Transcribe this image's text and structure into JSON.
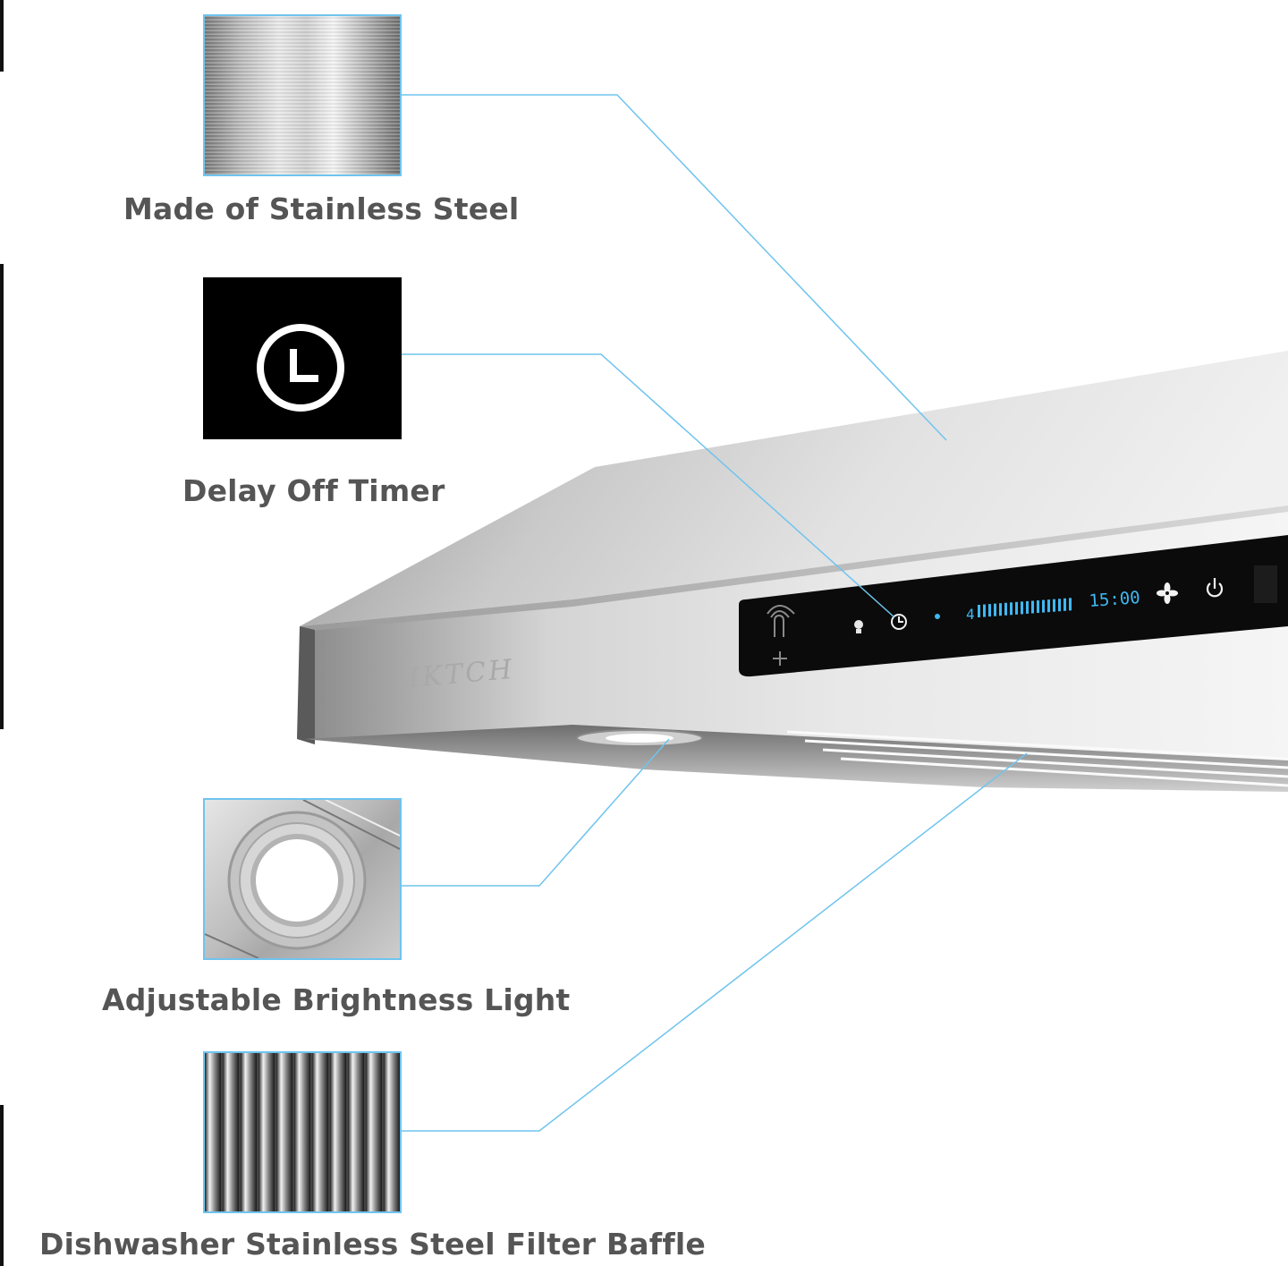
{
  "features": [
    {
      "label": "Made of Stainless Steel",
      "icon": "stainless-steel-texture"
    },
    {
      "label": "Delay Off Timer",
      "icon": "clock-icon"
    },
    {
      "label": "Adjustable Brightness Light",
      "icon": "light-fixture"
    },
    {
      "label": "Dishwasher Stainless Steel Filter Baffle",
      "icon": "baffle-filter"
    }
  ],
  "product": {
    "brand": "IKTCH",
    "display": {
      "fan_speed": "4",
      "timer": "15:00"
    }
  },
  "colors": {
    "leader_line": "#6fc4ee",
    "display_blue": "#3fb8f2",
    "caption_text": "#555555",
    "panel_black": "#0b0b0b"
  }
}
